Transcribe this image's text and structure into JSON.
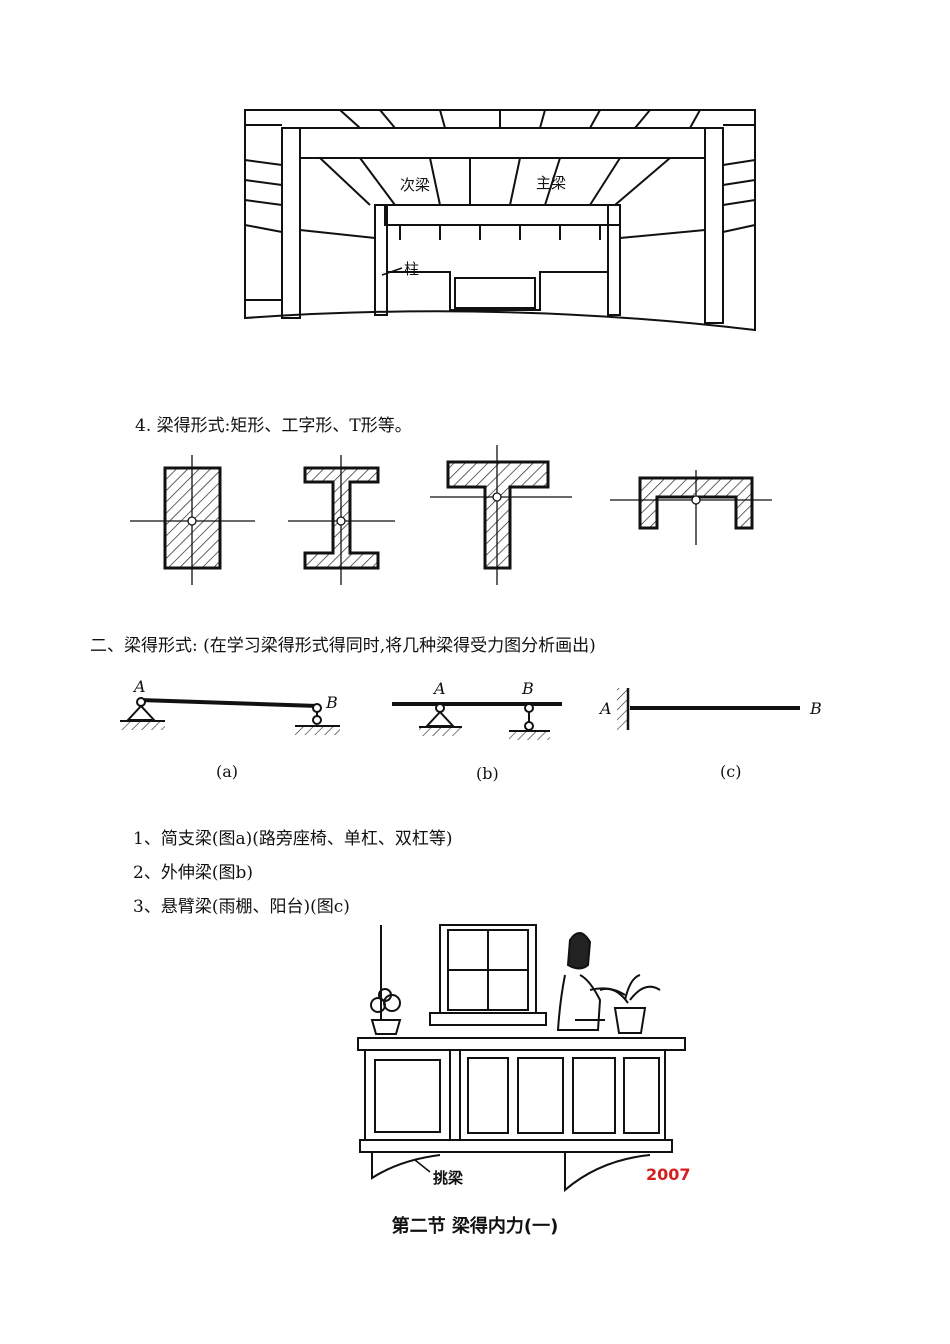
{
  "figure_building": {
    "label_secondary_beam": "次梁",
    "label_main_beam": "主梁",
    "label_column": "柱"
  },
  "section_sections": {
    "text": "4. 梁得形式:矩形、工字形、T形等。"
  },
  "section_types": {
    "heading": "二、梁得形式: (在学习梁得形式得同时,将几种梁得受力图分析画出)"
  },
  "beam_diagrams": {
    "a": {
      "left": "A",
      "right": "B",
      "caption": "(a)"
    },
    "b": {
      "left": "A",
      "right": "B",
      "caption": "(b)"
    },
    "c": {
      "left": "A",
      "right": "B",
      "caption": "(c)"
    }
  },
  "list": [
    "1、简支梁(图a)(路旁座椅、单杠、双杠等)",
    "2、外伸梁(图b)",
    "3、悬臂梁(雨棚、阳台)(图c)"
  ],
  "figure_balcony": {
    "label_cantilever_beam": "挑梁",
    "stamp": "2007",
    "stamp_color": "#d42020"
  },
  "section_title": "第二节 梁得内力(一)"
}
